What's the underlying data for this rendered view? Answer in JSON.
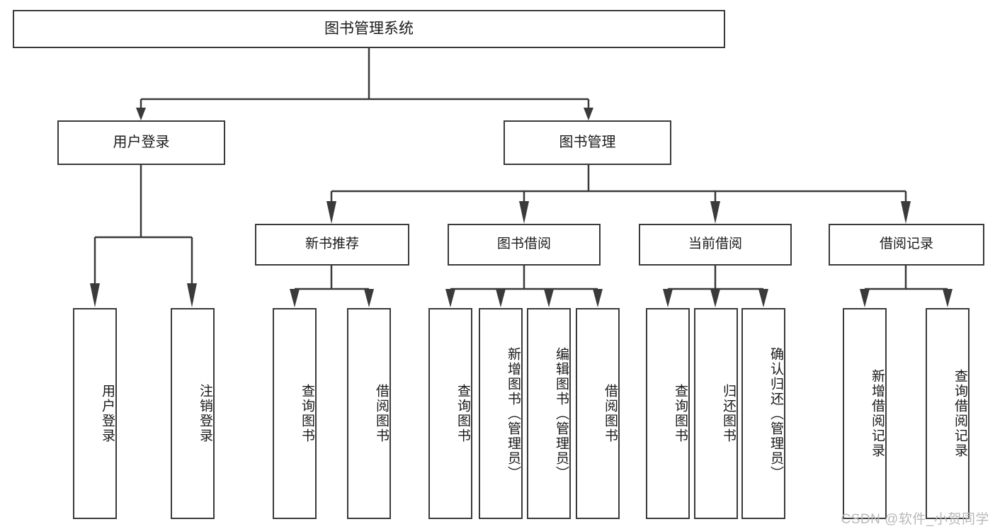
{
  "diagram": {
    "title": "图书管理系统",
    "type": "tree",
    "orientation": "top-down",
    "colors": {
      "stroke": "#3a3a3a",
      "fill": "#ffffff",
      "text": "#1a1a1a",
      "watermark": "#b9b9b9"
    },
    "root": {
      "label": "图书管理系统"
    },
    "level1": [
      {
        "label": "用户登录"
      },
      {
        "label": "图书管理"
      }
    ],
    "level2": [
      {
        "label": "新书推荐"
      },
      {
        "label": "图书借阅"
      },
      {
        "label": "当前借阅"
      },
      {
        "label": "借阅记录"
      }
    ],
    "leaves": {
      "user_login": [
        {
          "label": "用户登录"
        },
        {
          "label": "注销登录"
        }
      ],
      "new_book_recommend": [
        {
          "label": "查询图书"
        },
        {
          "label": "借阅图书"
        }
      ],
      "book_borrow": [
        {
          "label": "查询图书"
        },
        {
          "label": "新增图书（管理员）"
        },
        {
          "label": "编辑图书（管理员）"
        },
        {
          "label": "借阅图书"
        }
      ],
      "current_borrow": [
        {
          "label": "查询图书"
        },
        {
          "label": "归还图书"
        },
        {
          "label": "确认归还（管理员）"
        }
      ],
      "borrow_record": [
        {
          "label": "新增借阅记录"
        },
        {
          "label": "查询借阅记录"
        }
      ]
    }
  },
  "watermark": {
    "text": "CSDN @软件_小贺同学"
  }
}
